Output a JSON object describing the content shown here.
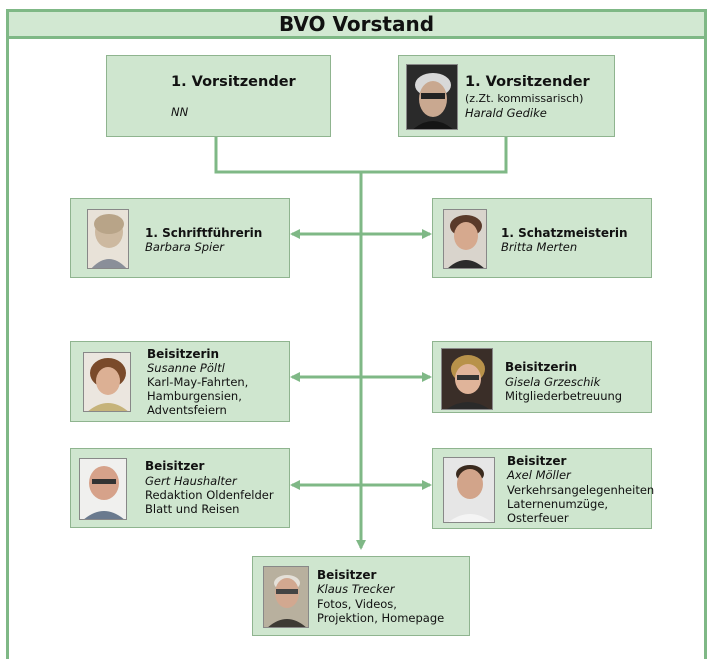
{
  "title": "BVO Vorstand",
  "nodes": {
    "vors1": {
      "role": "1. Vorsitzender",
      "name": "NN"
    },
    "vors2": {
      "role": "1. Vorsitzender",
      "note": "(z.Zt. kommissarisch)",
      "name": "Harald Gedike"
    },
    "schrift": {
      "role": "1. Schriftführerin",
      "name": "Barbara Spier"
    },
    "schatz": {
      "role": "1. Schatzmeisterin",
      "name": "Britta Merten"
    },
    "beis_poeltl": {
      "role": "Beisitzerin",
      "name": "Susanne Pöltl",
      "duties": [
        "Karl-May-Fahrten,",
        "Hamburgensien,",
        "Adventsfeiern"
      ]
    },
    "beis_grzeschik": {
      "role": "Beisitzerin",
      "name": "Gisela Grzeschik",
      "duties": [
        "Mitgliederbetreuung"
      ]
    },
    "beis_haushalter": {
      "role": "Beisitzer",
      "name": "Gert Haushalter",
      "duties": [
        "Redaktion Oldenfelder",
        "Blatt und Reisen"
      ]
    },
    "beis_moeller": {
      "role": "Beisitzer",
      "name": "Axel Möller",
      "duties": [
        "Verkehrsangelegenheiten",
        "Laternenumzüge,",
        "Osterfeuer"
      ]
    },
    "beis_trecker": {
      "role": "Beisitzer",
      "name": "Klaus Trecker",
      "duties": [
        "Fotos, Videos,",
        "Projektion, Homepage"
      ]
    }
  },
  "colors": {
    "box_fill": "#cfe6cf",
    "line": "#7fb886",
    "title_fill": "#d2e8d2"
  }
}
